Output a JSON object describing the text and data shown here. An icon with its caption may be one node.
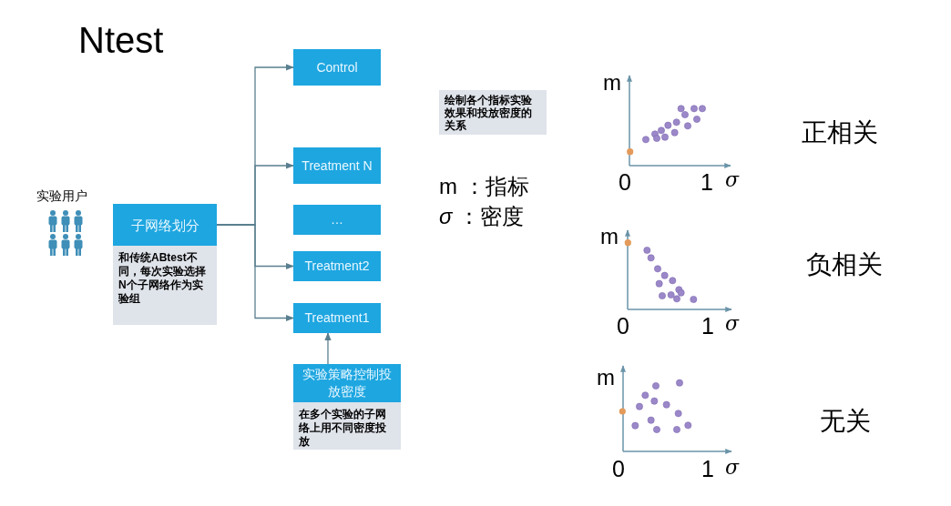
{
  "diagram": {
    "title": "Ntest",
    "nodes": [
      {
        "text": [
          "子网络划分",
          "和传统ABtest不同，每次实验选择N个子网络作为实验组"
        ]
      },
      {
        "text": [
          "Control"
        ]
      },
      {
        "text": [
          "Treatment N"
        ]
      },
      {
        "text": [
          "…"
        ]
      },
      {
        "text": [
          "Treatment2"
        ]
      },
      {
        "text": [
          "Treatment1"
        ]
      },
      {
        "text": [
          "实验策略控制投放密度",
          "在多个实验的子网络上用不同密度投放"
        ]
      },
      {
        "text": [
          "绘制各个指标实验效果和投放密度的关系"
        ]
      }
    ],
    "edges": [
      {
        "from": 0,
        "to": 1,
        "arrow": "to"
      },
      {
        "from": 0,
        "to": 2,
        "arrow": "to"
      },
      {
        "from": 0,
        "to": 4,
        "arrow": "to"
      },
      {
        "from": 0,
        "to": 5,
        "arrow": "to"
      },
      {
        "from": 6,
        "to": 5,
        "arrow": "to"
      }
    ],
    "labels": [
      "实验用户",
      "m ：指标",
      "*σ* ：密度",
      "m",
      "0",
      "1",
      "σ",
      "正相关",
      "m",
      "0",
      "1",
      "σ",
      "负相关",
      "m",
      "0",
      "1",
      "σ",
      "无关"
    ]
  }
}
